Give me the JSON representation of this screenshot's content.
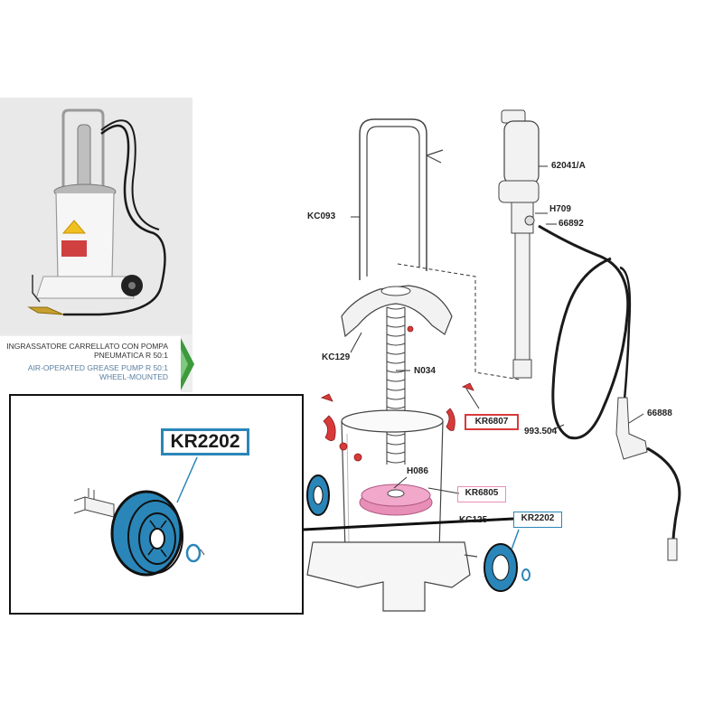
{
  "product": {
    "caption_it": [
      "INGRASSATORE CARRELLATO CON POMPA",
      "PNEUMATICA R 50:1"
    ],
    "caption_en": [
      "AIR-OPERATED GREASE PUMP R 50:1",
      "WHEEL-MOUNTED"
    ]
  },
  "parts": {
    "kc093": "KC093",
    "kc129": "KC129",
    "n034": "N034",
    "h086": "H086",
    "kc125": "KC125",
    "p62041a": "62041/A",
    "h709": "H709",
    "p66892": "66892",
    "kr6807": "KR6807",
    "p993504": "993.504",
    "p66888": "66888",
    "kr6805": "KR6805",
    "kr2202": "KR2202"
  },
  "zoom": {
    "label": "KR2202"
  },
  "colors": {
    "wheel_blue": "#2a86b8",
    "kr6807_red": "#d83a3a",
    "kr6805_pink": "#e88fb8",
    "caption_arrow_green": "#3c9a3c"
  }
}
